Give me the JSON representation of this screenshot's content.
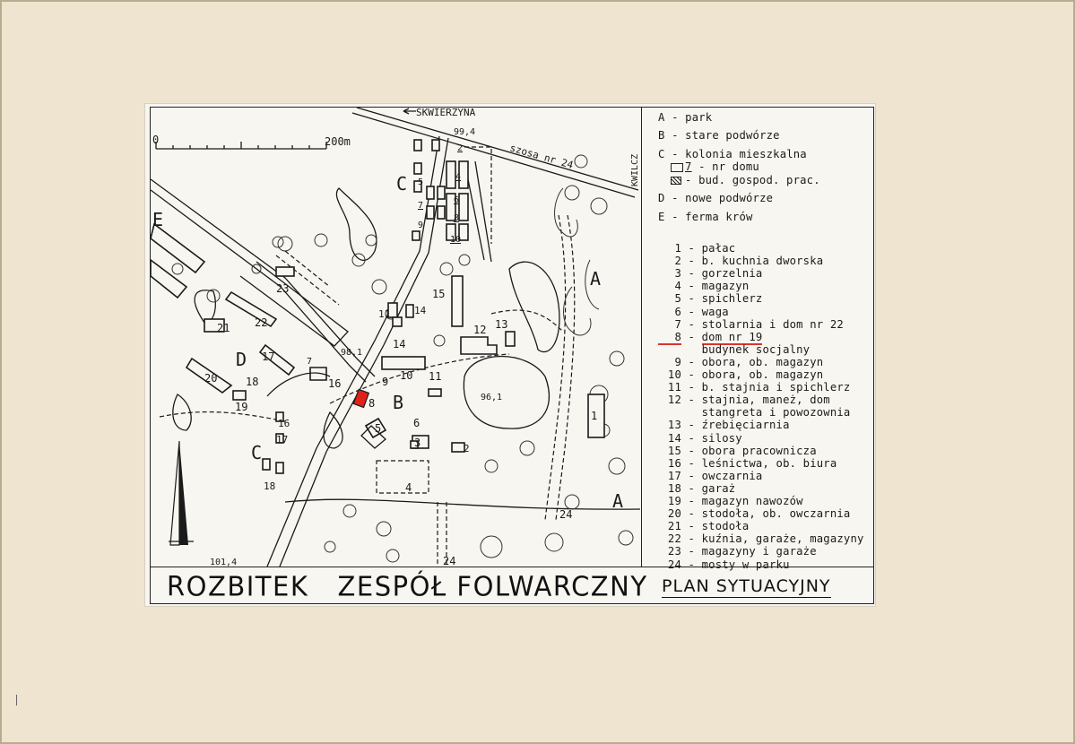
{
  "map": {
    "scale": {
      "zero": "0",
      "distance": "200m"
    },
    "roads": {
      "skwierzyna": "SKWIERZYNA",
      "szosa": "szosa nr 24",
      "kwilcz": "KWILCZ"
    },
    "elevations": {
      "e1": "99,4",
      "e2": "98,1",
      "e3": "96,1",
      "e4": "101,4"
    },
    "areas": {
      "A1": "A",
      "A2": "A",
      "B": "B",
      "C1": "C",
      "C2": "C",
      "D": "D",
      "E": "E"
    },
    "buildings": {
      "n1": "1",
      "n2": "2",
      "n3": "3",
      "n4": "4",
      "n5": "5",
      "n6": "6",
      "n7": "7",
      "n8": "8",
      "n9": "9",
      "n10": "10",
      "n11a": "11",
      "n11b": "11",
      "n12": "12",
      "n13": "13",
      "n14a": "14",
      "n14b": "14",
      "n15": "15",
      "n16a": "16",
      "n16b": "16",
      "n17a": "17",
      "n17b": "17",
      "n18a": "18",
      "n18b": "18",
      "n19": "19",
      "n20": "20",
      "n21": "21",
      "n22": "22",
      "n23": "23",
      "n24a": "24",
      "n24b": "24",
      "h2": "2",
      "h4": "4",
      "h5": "5",
      "h6": "6",
      "h7": "7",
      "h8": "8",
      "h9": "9",
      "h10": "10"
    },
    "highlight_color": "#e0221b"
  },
  "legend": {
    "areas": [
      {
        "key": "A",
        "text": "park"
      },
      {
        "key": "B",
        "text": "stare podwórze"
      },
      {
        "key": "C",
        "text": "kolonia mieszkalna"
      }
    ],
    "symbols": [
      {
        "sample": "7",
        "text": "- nr domu"
      },
      {
        "text": "- bud. gospod. prac."
      }
    ],
    "areas2": [
      {
        "key": "D",
        "text": "nowe podwórze"
      },
      {
        "key": "E",
        "text": "ferma krów"
      }
    ],
    "items": [
      {
        "num": "1",
        "text": "pałac"
      },
      {
        "num": "2",
        "text": "b. kuchnia dworska"
      },
      {
        "num": "3",
        "text": "gorzelnia"
      },
      {
        "num": "4",
        "text": "magazyn"
      },
      {
        "num": "5",
        "text": "spichlerz"
      },
      {
        "num": "6",
        "text": "waga"
      },
      {
        "num": "7",
        "text": "stolarnia i dom nr 22"
      },
      {
        "num": "8",
        "text": "dom nr 19"
      },
      {
        "num": "",
        "text": "budynek socjalny"
      },
      {
        "num": "9",
        "text": "obora, ob. magazyn"
      },
      {
        "num": "10",
        "text": "obora, ob. magazyn"
      },
      {
        "num": "11",
        "text": "b. stajnia i spichlerz"
      },
      {
        "num": "12",
        "text": "stajnia, maneż, dom"
      },
      {
        "num": "",
        "text": "stangreta i powozownia"
      },
      {
        "num": "13",
        "text": "źrebięciarnia"
      },
      {
        "num": "14",
        "text": "silosy"
      },
      {
        "num": "15",
        "text": "obora pracownicza"
      },
      {
        "num": "16",
        "text": "leśnictwa, ob. biura"
      },
      {
        "num": "17",
        "text": "owczarnia"
      },
      {
        "num": "18",
        "text": "garaż"
      },
      {
        "num": "19",
        "text": "magazyn nawozów"
      },
      {
        "num": "20",
        "text": "stodoła, ob. owczarnia"
      },
      {
        "num": "21",
        "text": "stodoła"
      },
      {
        "num": "22",
        "text": "kuźnia, garaże, magazyny"
      },
      {
        "num": "23",
        "text": "magazyny i garaże"
      },
      {
        "num": "24",
        "text": "mosty w parku"
      }
    ],
    "underline_color": "#d9352b"
  },
  "title": {
    "main": "ROZBITEK   ZESPÓŁ FOLWARCZNY",
    "sub": "PLAN SYTUACYJNY"
  }
}
